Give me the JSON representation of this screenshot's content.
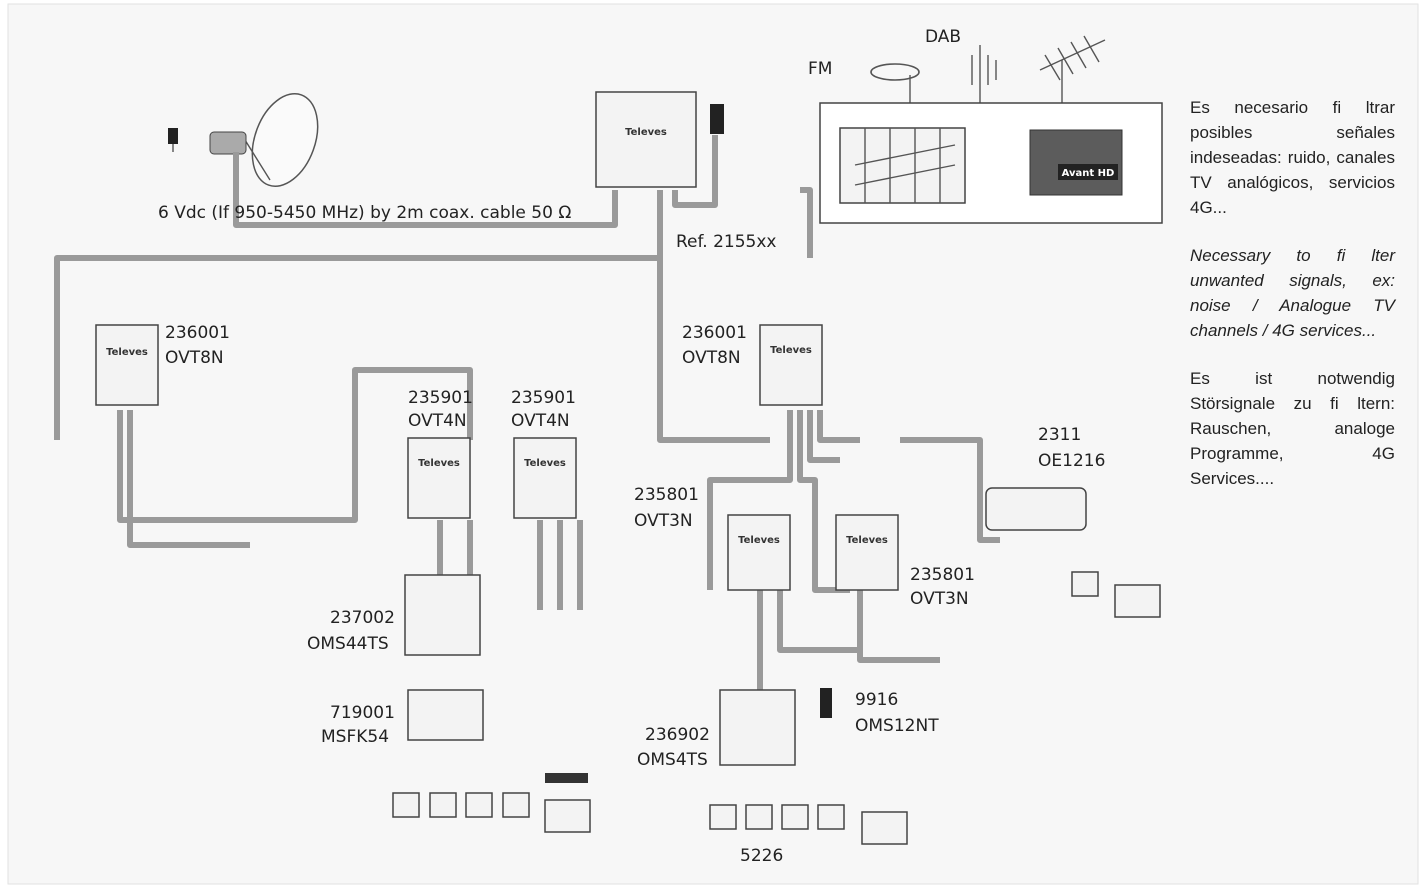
{
  "labels": {
    "dab": "DAB",
    "fm": "FM",
    "lnb_cable": "6 Vdc (If 950-5450 MHz) by 2m coax. cable 50 Ω",
    "ref": "Ref. 2155xx",
    "left_ovt8n_code": "236001",
    "left_ovt8n_name": "OVT8N",
    "ovt4n_a_code": "235901",
    "ovt4n_a_name": "OVT4N",
    "ovt4n_b_code": "235901",
    "ovt4n_b_name": "OVT4N",
    "right_ovt8n_code": "236001",
    "right_ovt8n_name": "OVT8N",
    "ovt3n_a_code": "235801",
    "ovt3n_a_name": "OVT3N",
    "ovt3n_b_code": "235801",
    "ovt3n_b_name": "OVT3N",
    "oe_code": "2311",
    "oe_name": "OE1216",
    "oms44_code": "237002",
    "oms44_name": "OMS44TS",
    "msfk_code": "719001",
    "msfk_name": "MSFK54",
    "psu_code": "9916",
    "psu_name": "OMS12NT",
    "oms4_code": "236902",
    "oms4_name": "OMS4TS",
    "outlet_code": "5226"
  },
  "brands": {
    "televes": "Televes",
    "avant": "Avant HD"
  },
  "notes": {
    "es": "Es necesario fi ltrar posibles señales indeseadas: ruido, canales TV analógicos, servicios 4G...",
    "en": "Necessary to fi lter unwanted signals, ex: noise / Analogue TV channels / 4G services...",
    "de": "Es ist notwendig Störsignale zu fi ltern: Rauschen, analoge Programme, 4G Services...."
  }
}
